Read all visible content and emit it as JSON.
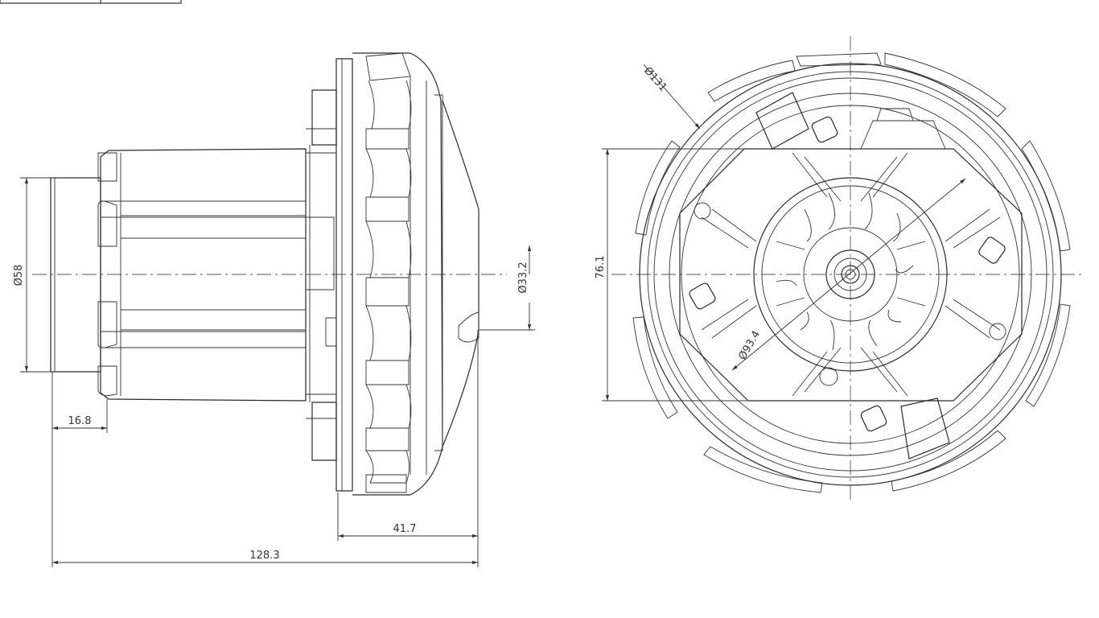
{
  "drawing": {
    "side_view": {
      "dimensions": {
        "diameter_left": "Ø58",
        "length_shaft": "16.8",
        "length_fan": "41.7",
        "length_total": "128.3",
        "diameter_outlet": "Ø33.2"
      }
    },
    "front_view": {
      "dimensions": {
        "diameter_outer": "Ø131",
        "height_flange": "76.1",
        "diameter_inner": "Ø93.4"
      }
    }
  }
}
